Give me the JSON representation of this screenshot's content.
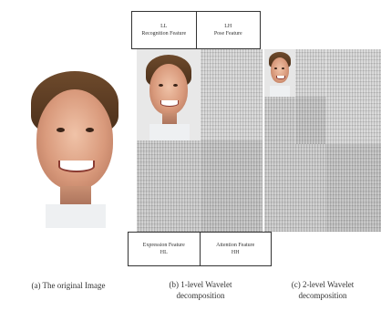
{
  "panel_a": {
    "caption": "(a) The original Image"
  },
  "panel_b": {
    "caption_line1": "(b) 1-level Wavelet",
    "caption_line2": "decomposition",
    "top_labels": [
      {
        "code": "LL",
        "name": "Recognition Feature"
      },
      {
        "code": "LH",
        "name": "Pose Feature"
      }
    ],
    "bottom_labels": [
      {
        "name": "Expression Feature",
        "code": "HL"
      },
      {
        "name": "Attention Feature",
        "code": "HH"
      }
    ]
  },
  "panel_c": {
    "caption_line1": "(c) 2-level Wavelet",
    "caption_line2": "decomposition"
  }
}
